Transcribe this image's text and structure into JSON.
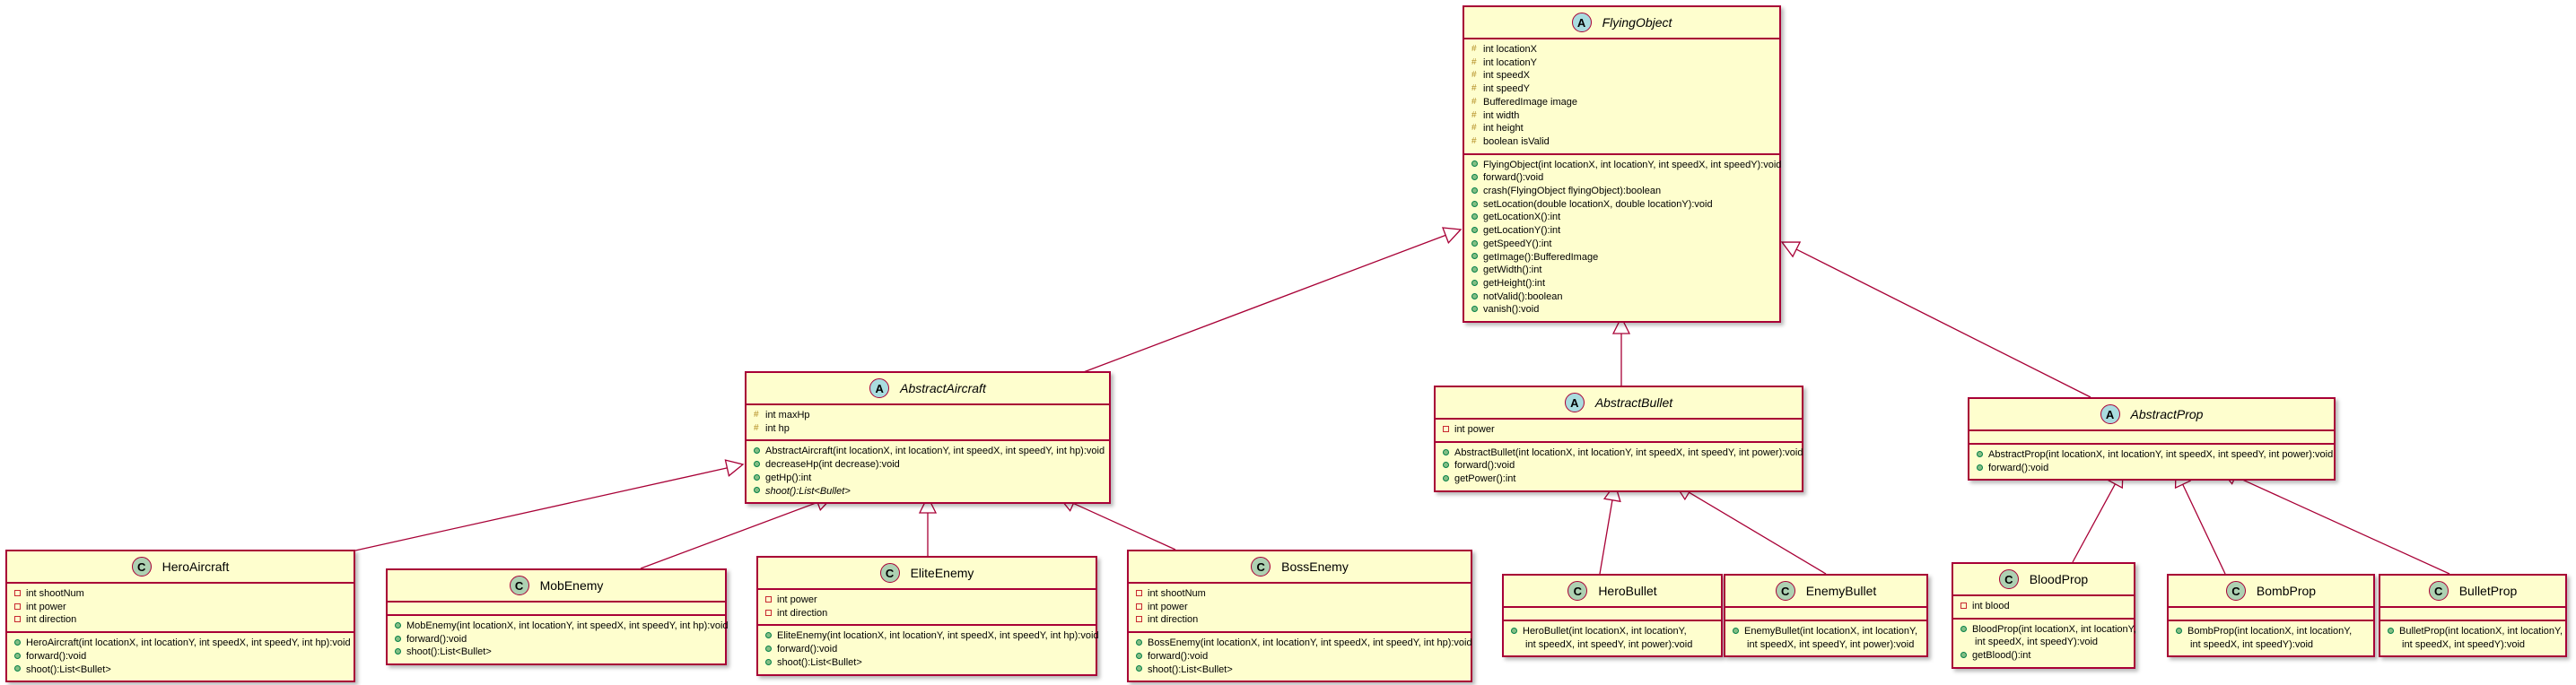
{
  "classes": [
    {
      "id": "flyingobject",
      "name": "FlyingObject",
      "kind": "A",
      "abstract": true,
      "fields": [
        {
          "vis": "#",
          "text": "int locationX"
        },
        {
          "vis": "#",
          "text": "int locationY"
        },
        {
          "vis": "#",
          "text": "int speedX"
        },
        {
          "vis": "#",
          "text": "int speedY"
        },
        {
          "vis": "#",
          "text": "BufferedImage image"
        },
        {
          "vis": "#",
          "text": "int width"
        },
        {
          "vis": "#",
          "text": "int height"
        },
        {
          "vis": "#",
          "text": "boolean isValid"
        }
      ],
      "methods": [
        {
          "vis": "+",
          "text": "FlyingObject(int locationX, int locationY, int speedX, int speedY):void"
        },
        {
          "vis": "+",
          "text": "forward():void"
        },
        {
          "vis": "+",
          "text": "crash(FlyingObject flyingObject):boolean"
        },
        {
          "vis": "+",
          "text": "setLocation(double locationX, double locationY):void"
        },
        {
          "vis": "+",
          "text": "getLocationX():int"
        },
        {
          "vis": "+",
          "text": "getLocationY():int"
        },
        {
          "vis": "+",
          "text": "getSpeedY():int"
        },
        {
          "vis": "+",
          "text": "getImage():BufferedImage"
        },
        {
          "vis": "+",
          "text": "getWidth():int"
        },
        {
          "vis": "+",
          "text": "getHeight():int"
        },
        {
          "vis": "+",
          "text": "notValid():boolean"
        },
        {
          "vis": "+",
          "text": "vanish():void"
        }
      ]
    },
    {
      "id": "abstractaircraft",
      "name": "AbstractAircraft",
      "kind": "A",
      "abstract": true,
      "fields": [
        {
          "vis": "#",
          "text": "int maxHp"
        },
        {
          "vis": "#",
          "text": "int hp"
        }
      ],
      "methods": [
        {
          "vis": "+",
          "text": "AbstractAircraft(int locationX, int locationY, int speedX, int speedY, int hp):void"
        },
        {
          "vis": "+",
          "text": "decreaseHp(int decrease):void"
        },
        {
          "vis": "+",
          "text": "getHp():int"
        },
        {
          "vis": "+",
          "text": "shoot():List<Bullet>",
          "abstract": true
        }
      ]
    },
    {
      "id": "abstractbullet",
      "name": "AbstractBullet",
      "kind": "A",
      "abstract": true,
      "fields": [
        {
          "vis": "-",
          "text": "int power"
        }
      ],
      "methods": [
        {
          "vis": "+",
          "text": "AbstractBullet(int locationX, int locationY, int speedX, int speedY, int power):void"
        },
        {
          "vis": "+",
          "text": "forward():void"
        },
        {
          "vis": "+",
          "text": "getPower():int"
        }
      ]
    },
    {
      "id": "abstractprop",
      "name": "AbstractProp",
      "kind": "A",
      "abstract": true,
      "fields": [],
      "methods": [
        {
          "vis": "+",
          "text": "AbstractProp(int locationX, int locationY, int speedX, int speedY, int power):void"
        },
        {
          "vis": "+",
          "text": "forward():void"
        }
      ]
    },
    {
      "id": "heroaircraft",
      "name": "HeroAircraft",
      "kind": "C",
      "abstract": false,
      "fields": [
        {
          "vis": "-",
          "text": "int shootNum"
        },
        {
          "vis": "-",
          "text": "int power"
        },
        {
          "vis": "-",
          "text": "int direction"
        }
      ],
      "methods": [
        {
          "vis": "+",
          "text": "HeroAircraft(int locationX, int locationY, int speedX, int speedY, int hp):void"
        },
        {
          "vis": "+",
          "text": "forward():void"
        },
        {
          "vis": "+",
          "text": "shoot():List<Bullet>"
        }
      ]
    },
    {
      "id": "mobenemy",
      "name": "MobEnemy",
      "kind": "C",
      "abstract": false,
      "fields": [],
      "methods": [
        {
          "vis": "+",
          "text": "MobEnemy(int locationX, int locationY, int speedX, int speedY, int hp):void"
        },
        {
          "vis": "+",
          "text": "forward():void"
        },
        {
          "vis": "+",
          "text": "shoot():List<Bullet>"
        }
      ]
    },
    {
      "id": "eliteenemy",
      "name": "EliteEnemy",
      "kind": "C",
      "abstract": false,
      "fields": [
        {
          "vis": "-",
          "text": "int power"
        },
        {
          "vis": "-",
          "text": "int direction"
        }
      ],
      "methods": [
        {
          "vis": "+",
          "text": "EliteEnemy(int locationX, int locationY, int speedX, int speedY, int hp):void"
        },
        {
          "vis": "+",
          "text": "forward():void"
        },
        {
          "vis": "+",
          "text": "shoot():List<Bullet>"
        }
      ]
    },
    {
      "id": "bossenemy",
      "name": "BossEnemy",
      "kind": "C",
      "abstract": false,
      "fields": [
        {
          "vis": "-",
          "text": "int shootNum"
        },
        {
          "vis": "-",
          "text": "int power"
        },
        {
          "vis": "-",
          "text": "int direction"
        }
      ],
      "methods": [
        {
          "vis": "+",
          "text": "BossEnemy(int locationX, int locationY, int speedX, int speedY, int hp):void"
        },
        {
          "vis": "+",
          "text": "forward():void"
        },
        {
          "vis": "+",
          "text": "shoot():List<Bullet>"
        }
      ]
    },
    {
      "id": "herobullet",
      "name": "HeroBullet",
      "kind": "C",
      "abstract": false,
      "fields": [],
      "methods": [
        {
          "vis": "+",
          "text": "HeroBullet(int locationX, int locationY,\n int speedX, int speedY, int power):void"
        }
      ]
    },
    {
      "id": "enemybullet",
      "name": "EnemyBullet",
      "kind": "C",
      "abstract": false,
      "fields": [],
      "methods": [
        {
          "vis": "+",
          "text": "EnemyBullet(int locationX, int locationY,\n int speedX, int speedY, int power):void"
        }
      ]
    },
    {
      "id": "bloodprop",
      "name": "BloodProp",
      "kind": "C",
      "abstract": false,
      "fields": [
        {
          "vis": "-",
          "text": "int blood"
        }
      ],
      "methods": [
        {
          "vis": "+",
          "text": "BloodProp(int locationX, int locationY,\n int speedX, int speedY):void"
        },
        {
          "vis": "+",
          "text": "getBlood():int"
        }
      ]
    },
    {
      "id": "bombprop",
      "name": "BombProp",
      "kind": "C",
      "abstract": false,
      "fields": [],
      "methods": [
        {
          "vis": "+",
          "text": "BombProp(int locationX, int locationY,\n int speedX, int speedY):void"
        }
      ]
    },
    {
      "id": "bulletprop",
      "name": "BulletProp",
      "kind": "C",
      "abstract": false,
      "fields": [],
      "methods": [
        {
          "vis": "+",
          "text": "BulletProp(int locationX, int locationY,\n int speedX, int speedY):void"
        }
      ]
    }
  ],
  "relations": [
    {
      "from": "abstractaircraft",
      "to": "flyingobject",
      "type": "inheritance"
    },
    {
      "from": "abstractbullet",
      "to": "flyingobject",
      "type": "inheritance"
    },
    {
      "from": "abstractprop",
      "to": "flyingobject",
      "type": "inheritance"
    },
    {
      "from": "heroaircraft",
      "to": "abstractaircraft",
      "type": "inheritance"
    },
    {
      "from": "mobenemy",
      "to": "abstractaircraft",
      "type": "inheritance"
    },
    {
      "from": "eliteenemy",
      "to": "abstractaircraft",
      "type": "inheritance"
    },
    {
      "from": "bossenemy",
      "to": "abstractaircraft",
      "type": "inheritance"
    },
    {
      "from": "herobullet",
      "to": "abstractbullet",
      "type": "inheritance"
    },
    {
      "from": "enemybullet",
      "to": "abstractbullet",
      "type": "inheritance"
    },
    {
      "from": "bloodprop",
      "to": "abstractprop",
      "type": "inheritance"
    },
    {
      "from": "bombprop",
      "to": "abstractprop",
      "type": "inheritance"
    },
    {
      "from": "bulletprop",
      "to": "abstractprop",
      "type": "inheritance"
    }
  ],
  "colors": {
    "border": "#a80036",
    "fill": "#fefece",
    "abstract_badge": "#a9dcdf",
    "class_badge": "#add1b2"
  }
}
